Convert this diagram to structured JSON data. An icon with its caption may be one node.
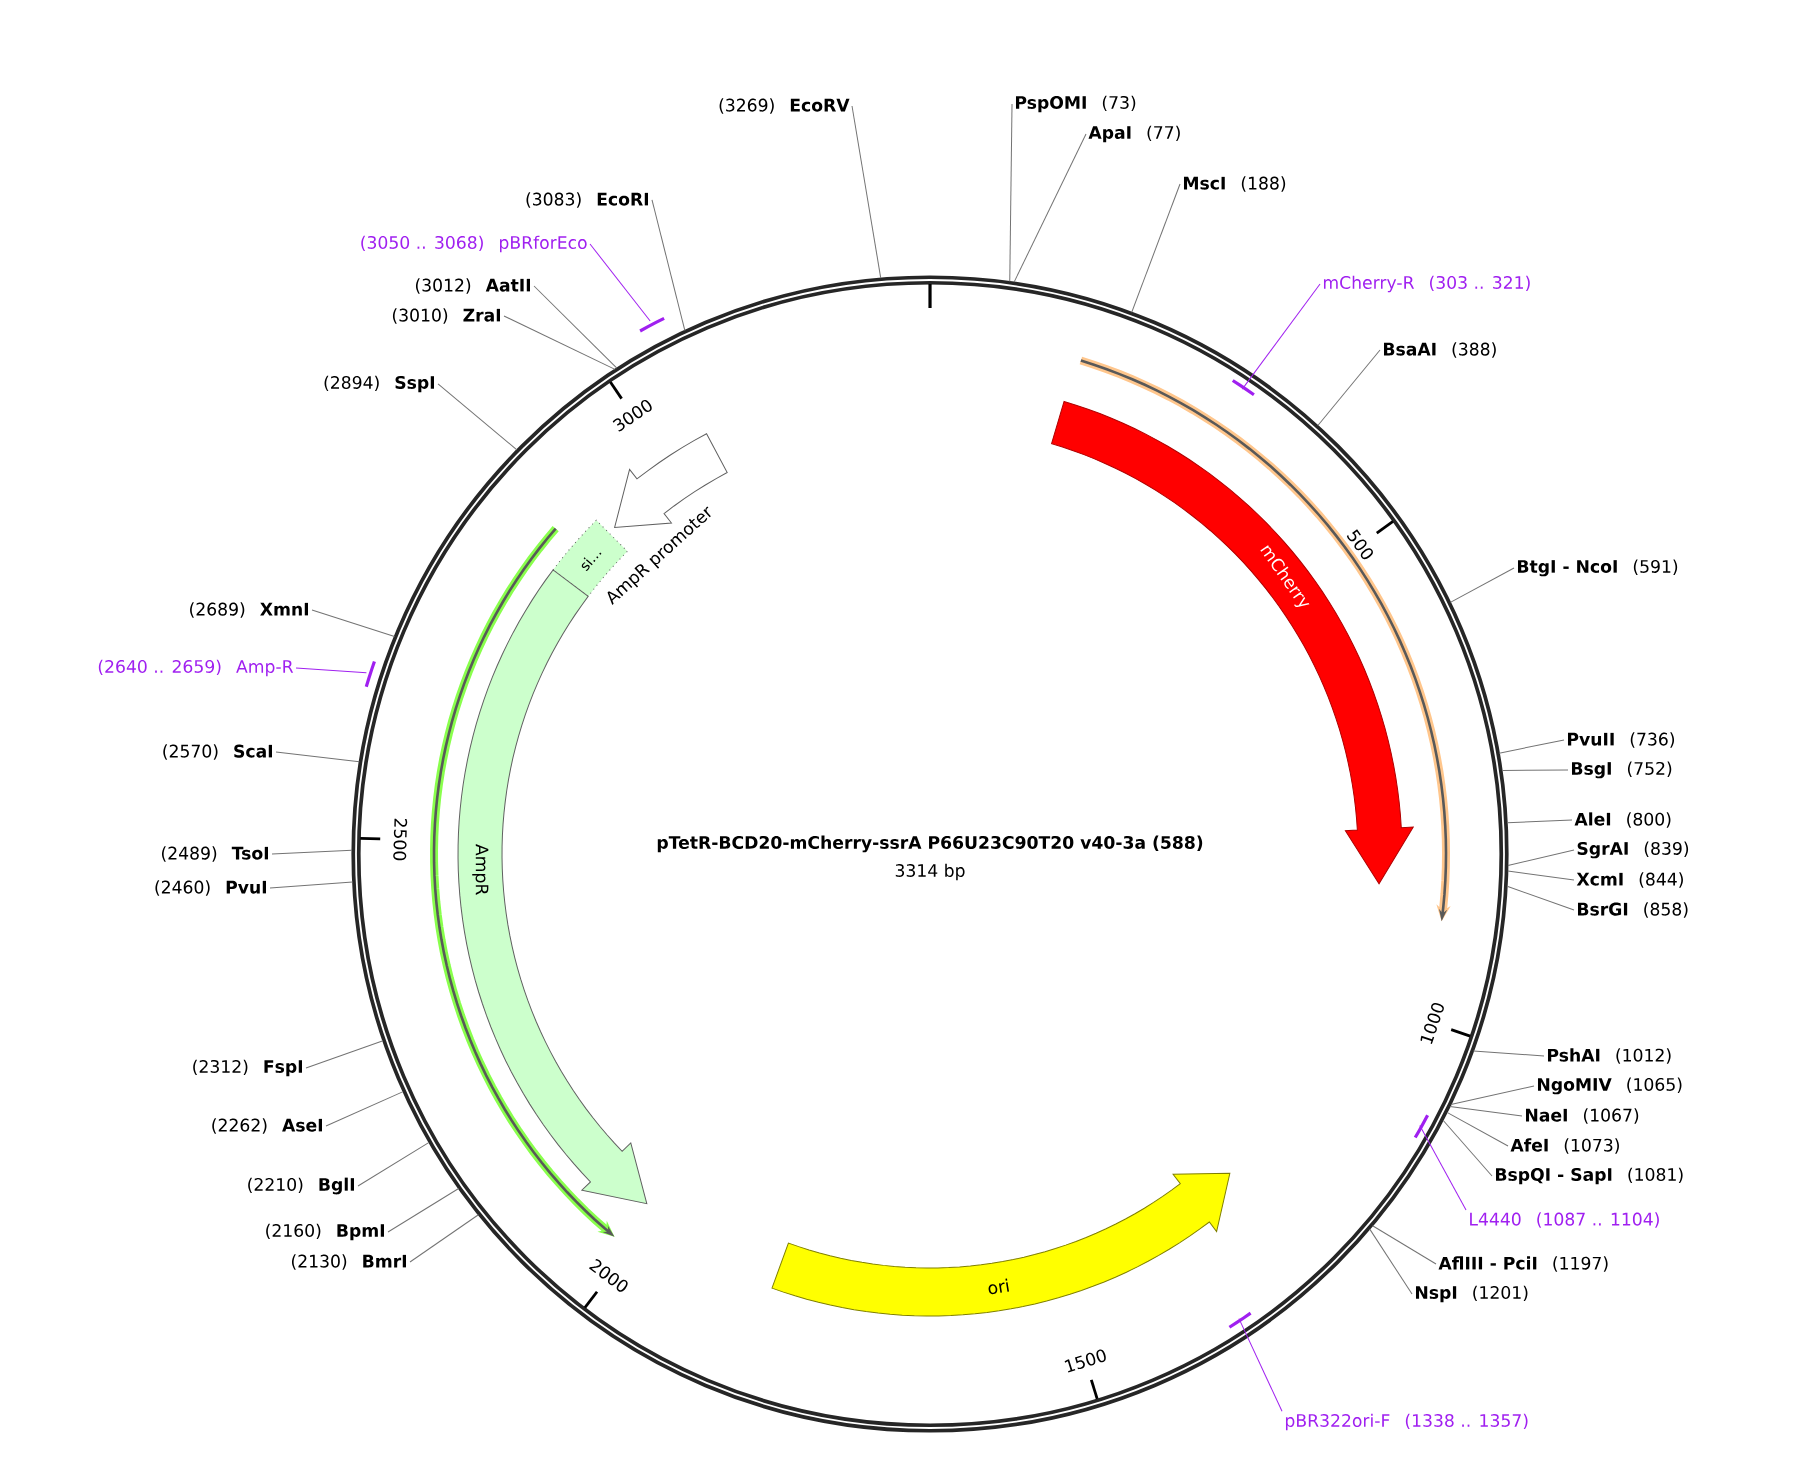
{
  "diagram": {
    "title": "pTetR-BCD20-mCherry-ssrA P66U23C90T20 v40-3a (588)",
    "nodes": [
      {
        "text": [
          "PspOMI",
          "(73)"
        ]
      },
      {
        "text": [
          "ApaI",
          "(77)"
        ]
      },
      {
        "text": [
          "MscI",
          "(188)"
        ]
      },
      {
        "text": [
          "mCherry-R",
          "(303 .. 321)"
        ]
      },
      {
        "text": [
          "BsaAI",
          "(388)"
        ]
      },
      {
        "text": [
          "BtgI - NcoI",
          "(591)"
        ]
      },
      {
        "text": [
          "PvuII",
          "(736)"
        ]
      },
      {
        "text": [
          "BsgI",
          "(752)"
        ]
      },
      {
        "text": [
          "AleI",
          "(800)"
        ]
      },
      {
        "text": [
          "SgrAI",
          "(839)"
        ]
      },
      {
        "text": [
          "XcmI",
          "(844)"
        ]
      },
      {
        "text": [
          "BsrGI",
          "(858)"
        ]
      },
      {
        "text": [
          "PshAI",
          "(1012)"
        ]
      },
      {
        "text": [
          "NgoMIV",
          "(1065)"
        ]
      },
      {
        "text": [
          "NaeI",
          "(1067)"
        ]
      },
      {
        "text": [
          "AfeI",
          "(1073)"
        ]
      },
      {
        "text": [
          "BspQI - SapI",
          "(1081)"
        ]
      },
      {
        "text": [
          "L4440",
          "(1087 .. 1104)"
        ]
      },
      {
        "text": [
          "AflIII - PciI",
          "(1197)"
        ]
      },
      {
        "text": [
          "NspI",
          "(1201)"
        ]
      },
      {
        "text": [
          "pBR322ori-F",
          "(1338 .. 1357)"
        ]
      },
      {
        "text": [
          "(2130)",
          "BmrI"
        ]
      },
      {
        "text": [
          "(2160)",
          "BpmI"
        ]
      },
      {
        "text": [
          "(2210)",
          "BglI"
        ]
      },
      {
        "text": [
          "(2262)",
          "AseI"
        ]
      },
      {
        "text": [
          "(2312)",
          "FspI"
        ]
      },
      {
        "text": [
          "(2460)",
          "PvuI"
        ]
      },
      {
        "text": [
          "(2489)",
          "TsoI"
        ]
      },
      {
        "text": [
          "(2570)",
          "ScaI"
        ]
      },
      {
        "text": [
          "(2640 .. 2659)",
          "Amp-R"
        ]
      },
      {
        "text": [
          "(2689)",
          "XmnI"
        ]
      },
      {
        "text": [
          "(2894)",
          "SspI"
        ]
      },
      {
        "text": [
          "(3010)",
          "ZraI"
        ]
      },
      {
        "text": [
          "(3012)",
          "AatII"
        ]
      },
      {
        "text": [
          "(3050 .. 3068)",
          "pBRforEco"
        ]
      },
      {
        "text": [
          "(3083)",
          "EcoRI"
        ]
      },
      {
        "text": [
          "(3269)",
          "EcoRV"
        ]
      },
      {
        "text": [
          "mCherry"
        ]
      },
      {
        "text": [
          "AmpR promoter"
        ]
      },
      {
        "text": [
          "si…"
        ]
      },
      {
        "text": [
          "AmpR"
        ]
      },
      {
        "text": [
          "ori"
        ]
      }
    ],
    "edges": [
      {
        "from": 0,
        "to": null,
        "arrow": "none"
      },
      {
        "from": 1,
        "to": null,
        "arrow": "none"
      },
      {
        "from": 2,
        "to": null,
        "arrow": "none"
      },
      {
        "from": 3,
        "to": null,
        "arrow": "none",
        "color": "#a020f0"
      },
      {
        "from": 4,
        "to": null,
        "arrow": "none"
      },
      {
        "from": 5,
        "to": null,
        "arrow": "none"
      },
      {
        "from": 6,
        "to": null,
        "arrow": "none"
      },
      {
        "from": 7,
        "to": null,
        "arrow": "none"
      },
      {
        "from": 8,
        "to": null,
        "arrow": "none"
      },
      {
        "from": 9,
        "to": null,
        "arrow": "none"
      },
      {
        "from": 10,
        "to": null,
        "arrow": "none"
      },
      {
        "from": 11,
        "to": null,
        "arrow": "none"
      },
      {
        "from": 12,
        "to": null,
        "arrow": "none"
      },
      {
        "from": 13,
        "to": null,
        "arrow": "none"
      },
      {
        "from": 14,
        "to": null,
        "arrow": "none"
      },
      {
        "from": 15,
        "to": null,
        "arrow": "none"
      },
      {
        "from": 16,
        "to": null,
        "arrow": "none"
      },
      {
        "from": 17,
        "to": null,
        "arrow": "none",
        "color": "#a020f0"
      },
      {
        "from": 18,
        "to": null,
        "arrow": "none"
      },
      {
        "from": 19,
        "to": null,
        "arrow": "none"
      },
      {
        "from": 20,
        "to": null,
        "arrow": "none",
        "color": "#a020f0"
      },
      {
        "from": 21,
        "to": null,
        "arrow": "none"
      },
      {
        "from": 22,
        "to": null,
        "arrow": "none"
      },
      {
        "from": 23,
        "to": null,
        "arrow": "none"
      },
      {
        "from": 24,
        "to": null,
        "arrow": "none"
      },
      {
        "from": 25,
        "to": null,
        "arrow": "none"
      },
      {
        "from": 26,
        "to": null,
        "arrow": "none"
      },
      {
        "from": 27,
        "to": null,
        "arrow": "none"
      },
      {
        "from": 28,
        "to": null,
        "arrow": "none"
      },
      {
        "from": 29,
        "to": null,
        "arrow": "none",
        "color": "#a020f0"
      },
      {
        "from": 30,
        "to": null,
        "arrow": "none"
      },
      {
        "from": 31,
        "to": null,
        "arrow": "none"
      },
      {
        "from": 32,
        "to": null,
        "arrow": "none"
      },
      {
        "from": 33,
        "to": null,
        "arrow": "none"
      },
      {
        "from": 34,
        "to": null,
        "arrow": "none",
        "color": "#a020f0"
      },
      {
        "from": 35,
        "to": null,
        "arrow": "none"
      },
      {
        "from": 36,
        "to": null,
        "arrow": "none"
      }
    ],
    "labels": [
      "3314 bp",
      "500",
      "1000",
      "1500",
      "2000",
      "2500",
      "3000"
    ]
  }
}
